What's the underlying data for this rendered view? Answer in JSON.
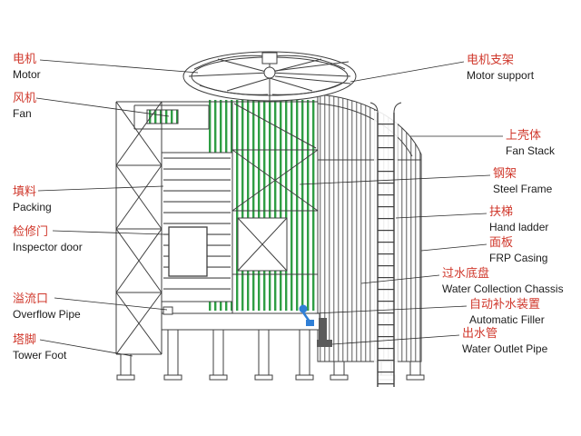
{
  "colors": {
    "line": "#3f3f3f",
    "label_zh": "#d0382c",
    "label_en": "#1c1c1c",
    "fill_green": "#2f9e44",
    "casing_gray": "#8a8a8a",
    "device_blue": "#2f7fd6"
  },
  "labels": {
    "left": [
      {
        "zh": "电机",
        "en": "Motor"
      },
      {
        "zh": "风机",
        "en": "Fan"
      },
      {
        "zh": "填料",
        "en": "Packing"
      },
      {
        "zh": "检修门",
        "en": "Inspector door"
      },
      {
        "zh": "溢流口",
        "en": "Overflow Pipe"
      },
      {
        "zh": "塔脚",
        "en": "Tower Foot"
      }
    ],
    "right": [
      {
        "zh": "电机支架",
        "en": "Motor support"
      },
      {
        "zh": "上壳体",
        "en": "Fan Stack"
      },
      {
        "zh": "钢架",
        "en": "Steel Frame"
      },
      {
        "zh": "扶梯",
        "en": "Hand ladder"
      },
      {
        "zh": "面板",
        "en": "FRP Casing"
      },
      {
        "zh": "过水底盘",
        "en": "Water Collection Chassis"
      },
      {
        "zh": "自动补水装置",
        "en": "Automatic Filler"
      },
      {
        "zh": "出水管",
        "en": "Water Outlet Pipe"
      }
    ]
  }
}
